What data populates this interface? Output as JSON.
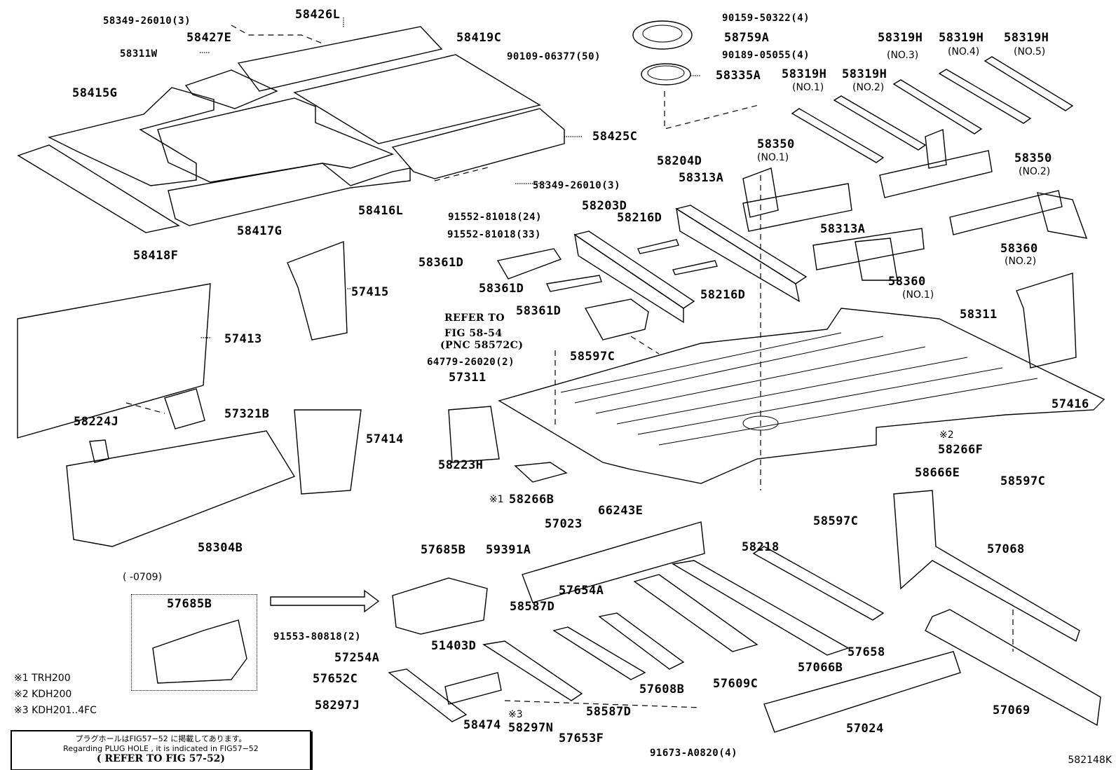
{
  "diagram": {
    "title": "Floor pan & floor crossmember parts diagram",
    "figure_id": "582148K",
    "labels": {
      "p58349_top": "58349-26010(3)",
      "p58426L": "58426L",
      "p58427E": "58427E",
      "p58311W": "58311W",
      "p58415G": "58415G",
      "p58419C": "58419C",
      "p90109": "90109-06377(50)",
      "p58425C": "58425C",
      "p58349_bot": "58349-26010(3)",
      "p58416L": "58416L",
      "p58417G": "58417G",
      "p58418F": "58418F",
      "p90159": "90159-50322(4)",
      "p58759A": "58759A",
      "p90189": "90189-05055(4)",
      "p58335A": "58335A",
      "p58319H_1": "58319H",
      "p58319H_2": "58319H",
      "p58319H_3": "58319H",
      "p58319H_4": "58319H",
      "p58319H_5": "58319H",
      "p58350_1": "58350",
      "p58350_2": "58350",
      "p58204D": "58204D",
      "p58313A_top": "58313A",
      "p58313A_mid": "58313A",
      "p58203D": "58203D",
      "p58216D_top": "58216D",
      "p58216D_bot": "58216D",
      "p91552_24": "91552-81018(24)",
      "p91552_33": "91552-81018(33)",
      "p58361D_1": "58361D",
      "p58361D_2": "58361D",
      "p58361D_3": "58361D",
      "p58360_1": "58360",
      "p58360_2": "58360",
      "refer_to_1": "REFER TO",
      "refer_to_2": "FIG 58-54",
      "refer_to_3": "(PNC 58572C)",
      "p64779": "64779-26020(2)",
      "p58597C_top": "58597C",
      "p58597C_right": "58597C",
      "p58597C_bot": "58597C",
      "p57415": "57415",
      "p57413": "57413",
      "p57416": "57416",
      "p58311": "58311",
      "p58224J": "58224J",
      "p57321B": "57321B",
      "p57311": "57311",
      "p57414": "57414",
      "p58223H": "58223H",
      "p58266F": "58266F",
      "p58666E": "58666E",
      "p58266B": "58266B",
      "p66243E": "66243E",
      "p58304B": "58304B",
      "p57023": "57023",
      "p58218": "58218",
      "p57068": "57068",
      "p57685B_main": "57685B",
      "p59391A": "59391A",
      "p57654A": "57654A",
      "p58587D_top": "58587D",
      "p58587D_bot": "58587D",
      "p91553": "91553-80818(2)",
      "p51403D": "51403D",
      "p57254A": "57254A",
      "p57652C": "57652C",
      "p58297J": "58297J",
      "p58474": "58474",
      "p58297N": "58297N",
      "p57653F": "57653F",
      "p57608B": "57608B",
      "p57609C": "57609C",
      "p57066B": "57066B",
      "p57658": "57658",
      "p57024": "57024",
      "p57069": "57069",
      "p91673": "91673-A0820(4)",
      "p57685B_inset": "57685B"
    },
    "sublabels": {
      "no1_58319H": "(NO.1)",
      "no2_58319H": "(NO.2)",
      "no3_58319H": "(NO.3)",
      "no4_58319H": "(NO.4)",
      "no5_58319H": "(NO.5)",
      "no1_58350": "(NO.1)",
      "no2_58350": "(NO.2)",
      "no1_58360": "(NO.1)",
      "no2_58360": "(NO.2)"
    },
    "markers": {
      "m1": "※1",
      "m2": "※2",
      "m3": "※3"
    },
    "inset": {
      "date_range": "(      -0709)"
    },
    "legend": [
      "※1 TRH200",
      "※2 KDH200",
      "※3 KDH201..4FC"
    ],
    "notebox": {
      "japanese": "プラグホールはFIG57−52 に掲載してあります。",
      "english": "Regarding PLUG HOLE , it is indicated in FIG57−52",
      "reference": "( REFER TO FIG 57-52)"
    }
  }
}
